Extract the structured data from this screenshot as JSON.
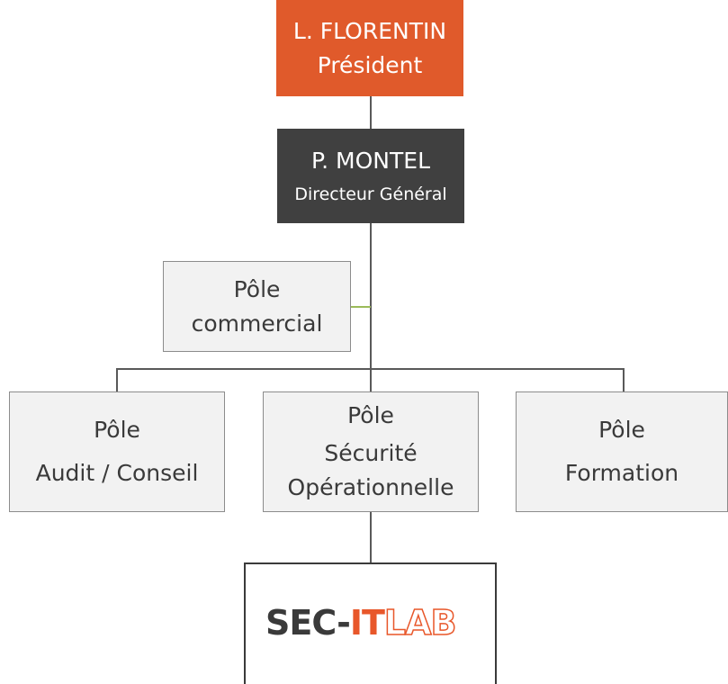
{
  "colors": {
    "president_bg": "#e05a2b",
    "director_bg": "#404040",
    "pole_bg": "#f2f2f2",
    "connector": "#595959",
    "commercial_connector": "#9bbb59",
    "logo_dark": "#3a3a3a",
    "logo_accent": "#e8572a"
  },
  "president": {
    "name": "L. FLORENTIN",
    "role": "Président"
  },
  "director": {
    "name": "P. MONTEL",
    "role": "Directeur Général"
  },
  "commercial": {
    "line1": "Pôle",
    "line2": "commercial"
  },
  "poles": [
    {
      "line1": "Pôle",
      "line2": "Audit / Conseil"
    },
    {
      "line1": "Pôle",
      "line2": "Sécurité",
      "line3": "Opérationnelle"
    },
    {
      "line1": "Pôle",
      "line2": "Formation"
    }
  ],
  "logo": {
    "part1": "SEC-",
    "part2": "IT",
    "part3": "LAB"
  }
}
